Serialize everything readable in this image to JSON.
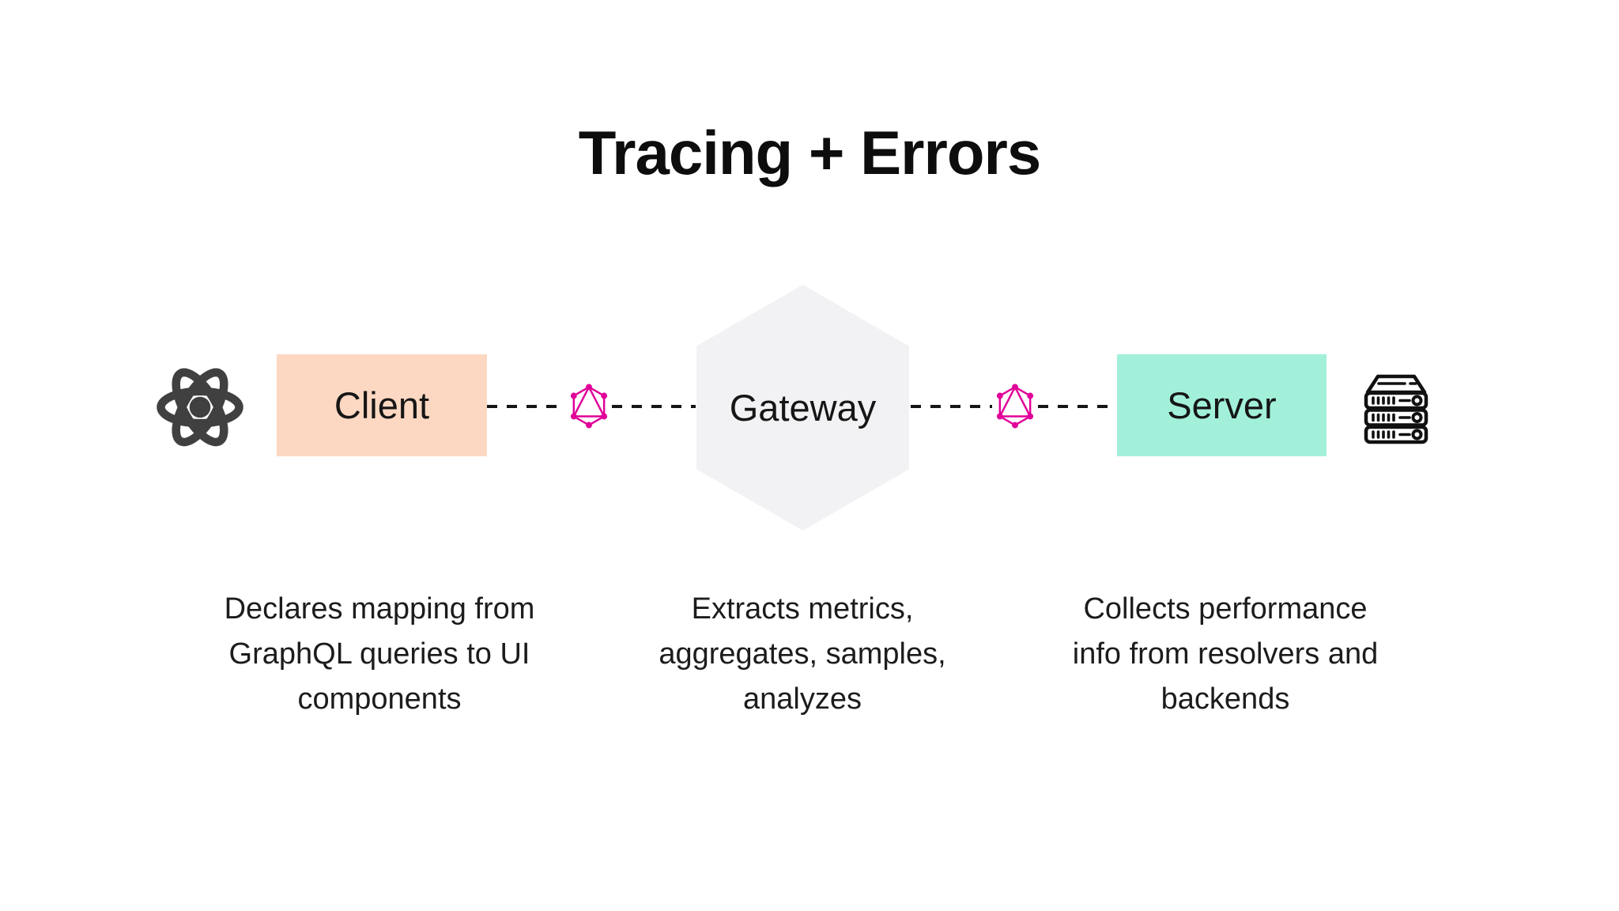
{
  "title": "Tracing + Errors",
  "colors": {
    "client_box_bg": "#fcd8c2",
    "server_box_bg": "#a2f0da",
    "gateway_hexagon_bg": "#f2f2f4",
    "graphql_pink": "#e10098",
    "react_icon_gray": "#404040",
    "connector_dash": "#161616",
    "text": "#1c1c1c"
  },
  "nodes": {
    "client": {
      "label": "Client",
      "icon": "react-icon",
      "description_lines": [
        "Declares mapping from",
        "GraphQL queries to UI",
        "components"
      ]
    },
    "gateway": {
      "label": "Gateway",
      "shape": "hexagon",
      "description_lines": [
        "Extracts metrics,",
        "aggregates, samples,",
        "analyzes"
      ]
    },
    "server": {
      "label": "Server",
      "icon": "server-rack-icon",
      "description_lines": [
        "Collects performance",
        "info from resolvers and",
        "backends"
      ]
    }
  },
  "connectors": [
    {
      "from": "Client",
      "to": "Gateway",
      "style": "dashed",
      "icon": "graphql-icon"
    },
    {
      "from": "Gateway",
      "to": "Server",
      "style": "dashed",
      "icon": "graphql-icon"
    }
  ]
}
